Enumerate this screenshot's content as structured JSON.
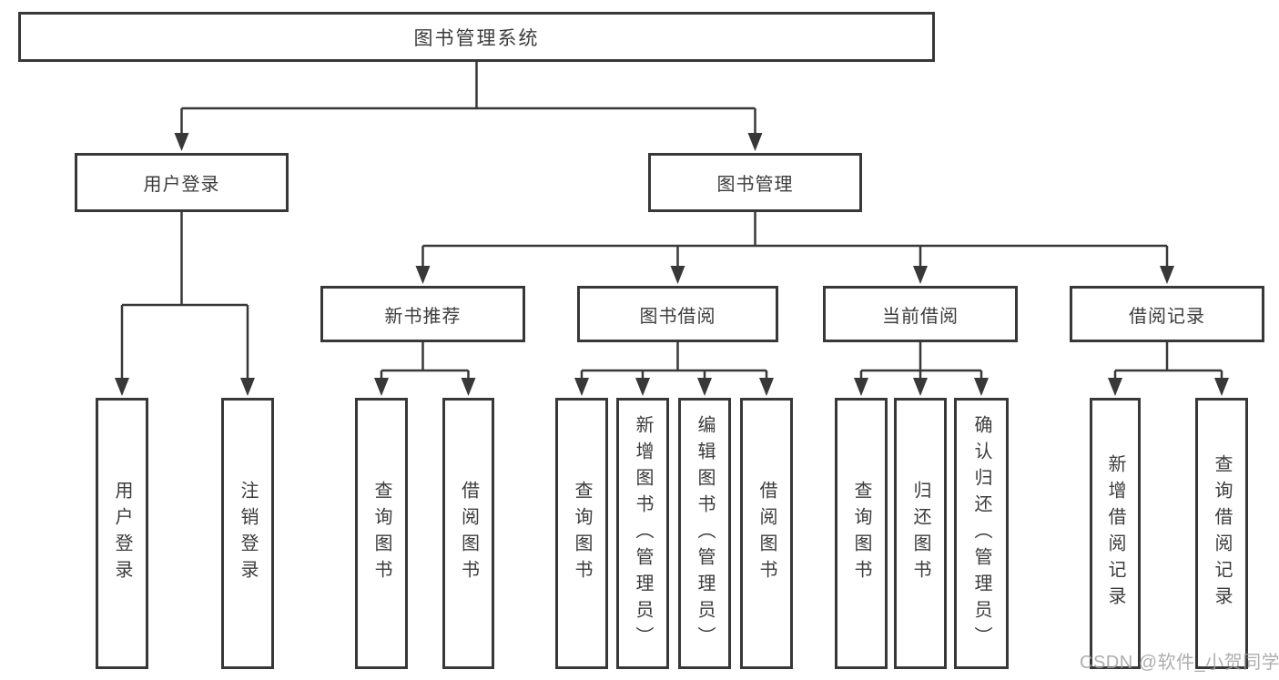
{
  "tree": {
    "root": {
      "label": "图书管理系统"
    },
    "user_login": {
      "label": "用户登录",
      "children": [
        {
          "label": "用户登录"
        },
        {
          "label": "注销登录"
        }
      ]
    },
    "book_management": {
      "label": "图书管理",
      "sections": [
        {
          "label": "新书推荐",
          "children": [
            {
              "label": "查询图书"
            },
            {
              "label": "借阅图书"
            }
          ]
        },
        {
          "label": "图书借阅",
          "children": [
            {
              "label": "查询图书"
            },
            {
              "label": "新增图书（管理员）"
            },
            {
              "label": "编辑图书（管理员）"
            },
            {
              "label": "借阅图书"
            }
          ]
        },
        {
          "label": "当前借阅",
          "children": [
            {
              "label": "查询图书"
            },
            {
              "label": "归还图书"
            },
            {
              "label": "确认归还（管理员）"
            }
          ]
        },
        {
          "label": "借阅记录",
          "children": [
            {
              "label": "新增借阅记录"
            },
            {
              "label": "查询借阅记录"
            }
          ]
        }
      ]
    }
  },
  "watermark": {
    "text": "CSDN @软件_小贺同学"
  },
  "colors": {
    "line": "#383838",
    "text": "#3c3c3c",
    "box_background": "#ffffff",
    "watermark": "#a0a0a0",
    "page_background": "#ffffff"
  }
}
